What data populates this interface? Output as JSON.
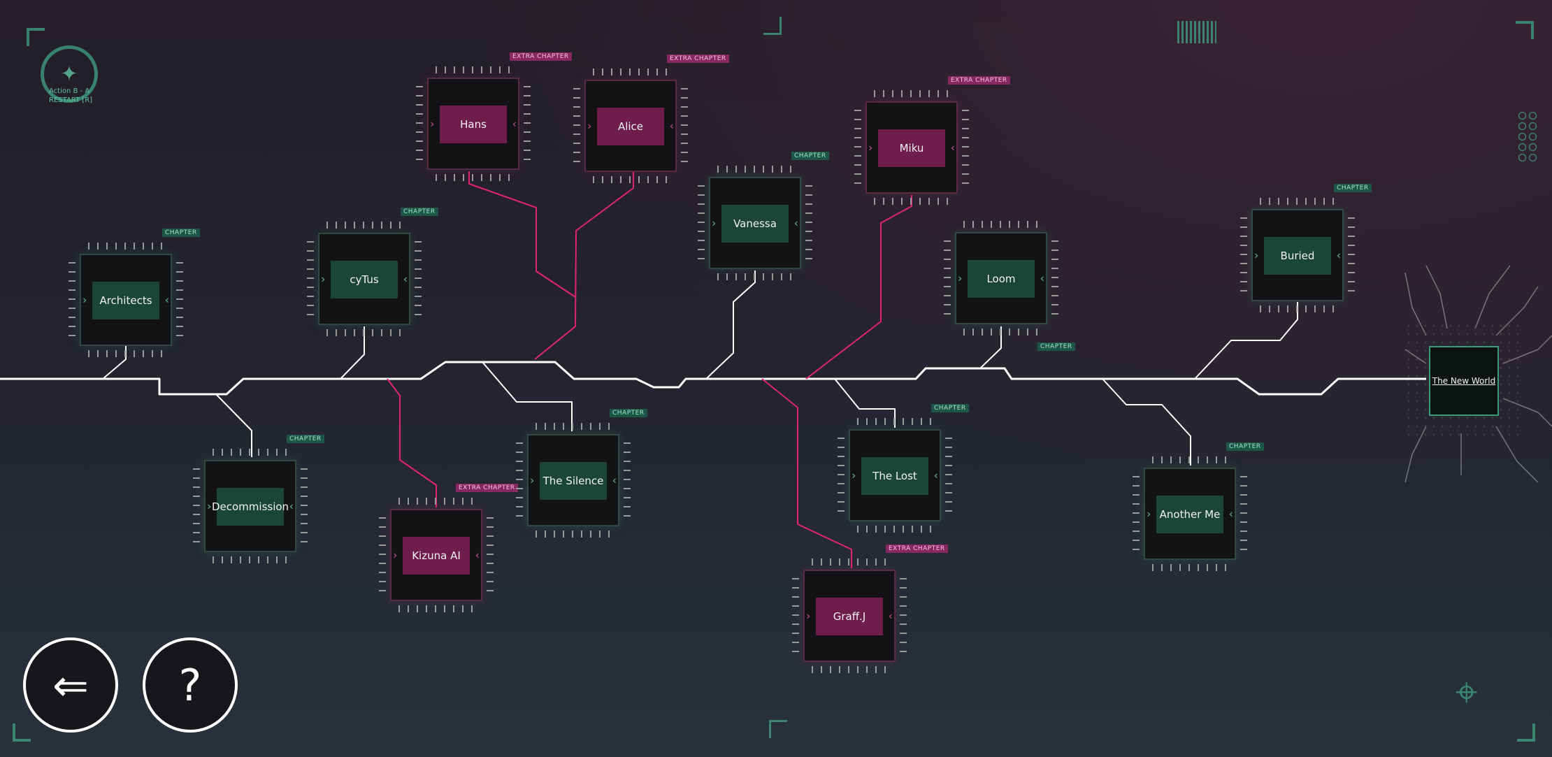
{
  "hud": {
    "action": "Action B - A",
    "restart": "RESTART [R]"
  },
  "nodes": [
    {
      "name": "Architects",
      "tag": "CHAPTER",
      "type": "chapter"
    },
    {
      "name": "cyTus",
      "tag": "CHAPTER",
      "type": "chapter"
    },
    {
      "name": "Decommission",
      "tag": "CHAPTER",
      "type": "chapter"
    },
    {
      "name": "Hans",
      "tag": "EXTRA CHAPTER",
      "type": "extra"
    },
    {
      "name": "Alice",
      "tag": "EXTRA CHAPTER",
      "type": "extra"
    },
    {
      "name": "Kizuna AI",
      "tag": "EXTRA CHAPTER",
      "type": "extra"
    },
    {
      "name": "The Silence",
      "tag": "CHAPTER",
      "type": "chapter"
    },
    {
      "name": "Vanessa",
      "tag": "CHAPTER",
      "type": "chapter"
    },
    {
      "name": "Miku",
      "tag": "EXTRA CHAPTER",
      "type": "extra"
    },
    {
      "name": "Graff.J",
      "tag": "EXTRA CHAPTER",
      "type": "extra"
    },
    {
      "name": "Loom",
      "tag": "CHAPTER",
      "type": "chapter"
    },
    {
      "name": "The Lost",
      "tag": "CHAPTER",
      "type": "chapter"
    },
    {
      "name": "Buried",
      "tag": "CHAPTER",
      "type": "chapter"
    },
    {
      "name": "Another Me",
      "tag": "CHAPTER",
      "type": "chapter"
    }
  ],
  "final": {
    "name": "The New World"
  },
  "buttons": {
    "back": "⇐",
    "help": "?"
  },
  "colors": {
    "chapter": "#3f9c7d",
    "extra": "#e0246f",
    "main_line": "#ffffff"
  }
}
